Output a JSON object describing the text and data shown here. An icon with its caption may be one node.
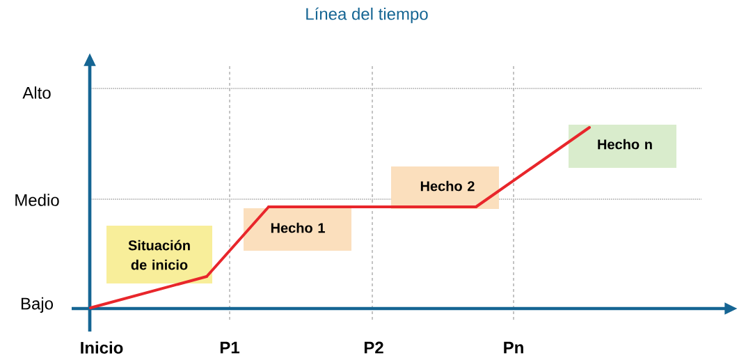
{
  "diagram": {
    "title": "Línea del tiempo",
    "nodes": [
      {
        "text": [
          "Situación de inicio"
        ]
      },
      {
        "text": [
          "Hecho 1"
        ]
      },
      {
        "text": [
          "Hecho 2"
        ]
      },
      {
        "text": [
          "Hecho n"
        ]
      }
    ],
    "edges": [
      {
        "from": null,
        "to": 0,
        "arrow": "none",
        "color": "#e8262b"
      },
      {
        "from": 0,
        "to": 1,
        "arrow": "none",
        "color": "#e8262b"
      },
      {
        "from": 1,
        "to": 2,
        "arrow": "none",
        "color": "#e8262b"
      },
      {
        "from": 2,
        "to": 3,
        "arrow": "none",
        "color": "#e8262b"
      }
    ],
    "labels": [
      "Alto",
      "Medio",
      "Bajo",
      "Inicio",
      "P1",
      "P2",
      "Pn"
    ]
  }
}
